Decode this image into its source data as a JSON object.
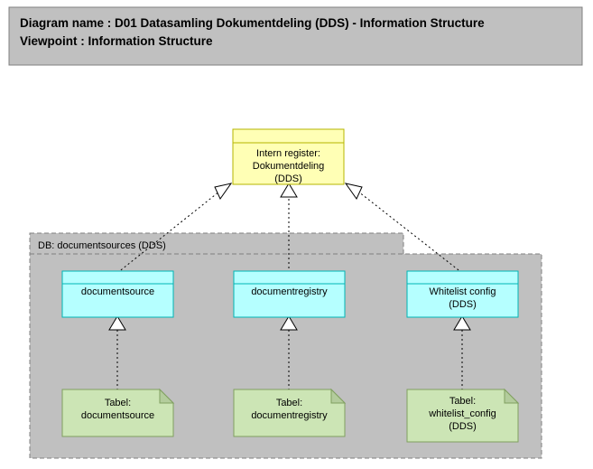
{
  "header": {
    "line1": "Diagram name : D01 Datasamling Dokumentdeling (DDS) - Information Structure",
    "line2_label": "Viewpoint",
    "line2": "Viewpoint          : Information Structure",
    "background": "#c0c0c0",
    "border": "#808080"
  },
  "canvas": {
    "background": "#ffffff"
  },
  "group": {
    "label": "DB: documentsources (DDS)",
    "fill": "#c0c0c0",
    "border": "#808080"
  },
  "nodes": {
    "intern_register": {
      "lines": [
        "Intern register:",
        "Dokumentdeling",
        "(DDS)"
      ],
      "fill": "#ffffb5",
      "border": "#b5b500",
      "type": "data-object"
    },
    "documentsource": {
      "lines": [
        "documentsource"
      ],
      "fill": "#b5ffff",
      "border": "#00b5b5",
      "type": "data-object"
    },
    "documentregistry": {
      "lines": [
        "documentregistry"
      ],
      "fill": "#b5ffff",
      "border": "#00b5b5",
      "type": "data-object"
    },
    "whitelist_config": {
      "lines": [
        "Whitelist config",
        "(DDS)"
      ],
      "fill": "#b5ffff",
      "border": "#00b5b5",
      "type": "data-object"
    },
    "tabel_documentsource": {
      "lines": [
        "Tabel:",
        "documentsource"
      ],
      "fill": "#cce5b5",
      "border": "#80a060",
      "type": "deliverable"
    },
    "tabel_documentregistry": {
      "lines": [
        "Tabel:",
        "documentregistry"
      ],
      "fill": "#cce5b5",
      "border": "#80a060",
      "type": "deliverable"
    },
    "tabel_whitelist_config": {
      "lines": [
        "Tabel:",
        "whitelist_config",
        "(DDS)"
      ],
      "fill": "#cce5b5",
      "border": "#80a060",
      "type": "deliverable"
    }
  },
  "connections": [
    {
      "from": "documentsource",
      "to": "intern_register",
      "style": "realization-dashed-hollow-triangle"
    },
    {
      "from": "documentregistry",
      "to": "intern_register",
      "style": "realization-dashed-hollow-triangle"
    },
    {
      "from": "whitelist_config",
      "to": "intern_register",
      "style": "realization-dashed-hollow-triangle"
    },
    {
      "from": "tabel_documentsource",
      "to": "documentsource",
      "style": "realization-dashed-hollow-triangle"
    },
    {
      "from": "tabel_documentregistry",
      "to": "documentregistry",
      "style": "realization-dashed-hollow-triangle"
    },
    {
      "from": "tabel_whitelist_config",
      "to": "whitelist_config",
      "style": "realization-dashed-hollow-triangle"
    }
  ]
}
